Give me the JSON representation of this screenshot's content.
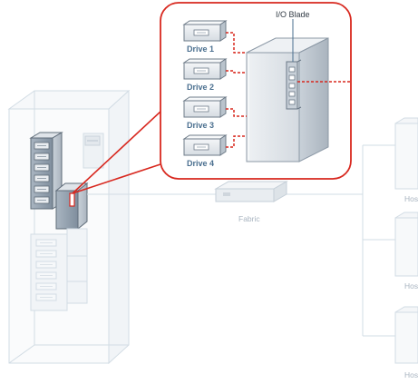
{
  "callout": {
    "blade_label": "I/O Blade",
    "drives": [
      {
        "label": "Drive 1"
      },
      {
        "label": "Drive 2"
      },
      {
        "label": "Drive 3"
      },
      {
        "label": "Drive 4"
      }
    ]
  },
  "fabric": {
    "label": "Fabric"
  },
  "hosts": [
    {
      "label": "Hos"
    },
    {
      "label": "Hos"
    },
    {
      "label": "Hos"
    }
  ],
  "colors": {
    "callout_border": "#d8281f",
    "dash_connector": "#d8281f",
    "drive_label": "#4a6f8f",
    "faint_label": "#a8b4c0",
    "rack_outline": "#d2dce4"
  }
}
